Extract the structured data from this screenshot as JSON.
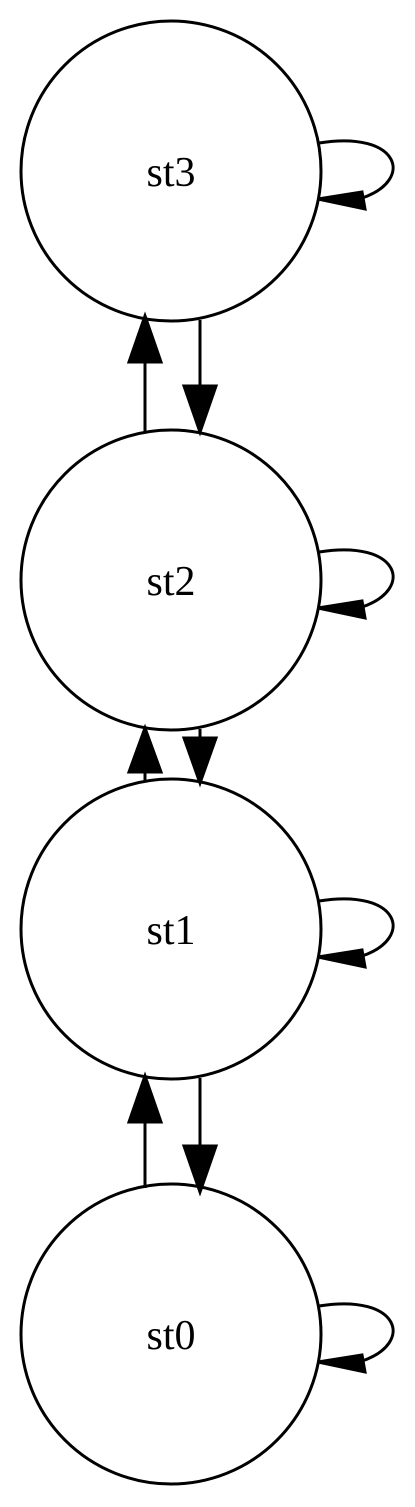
{
  "diagram": {
    "type": "state-diagram",
    "colors": {
      "stroke": "#000000",
      "fill": "#ffffff",
      "text": "#000000"
    },
    "nodes": [
      {
        "id": "st3",
        "label": "st3"
      },
      {
        "id": "st2",
        "label": "st2"
      },
      {
        "id": "st1",
        "label": "st1"
      },
      {
        "id": "st0",
        "label": "st0"
      }
    ],
    "edges": [
      {
        "from": "st3",
        "to": "st3"
      },
      {
        "from": "st2",
        "to": "st3"
      },
      {
        "from": "st3",
        "to": "st2"
      },
      {
        "from": "st2",
        "to": "st2"
      },
      {
        "from": "st1",
        "to": "st2"
      },
      {
        "from": "st2",
        "to": "st1"
      },
      {
        "from": "st1",
        "to": "st1"
      },
      {
        "from": "st0",
        "to": "st1"
      },
      {
        "from": "st1",
        "to": "st0"
      },
      {
        "from": "st0",
        "to": "st0"
      }
    ]
  }
}
